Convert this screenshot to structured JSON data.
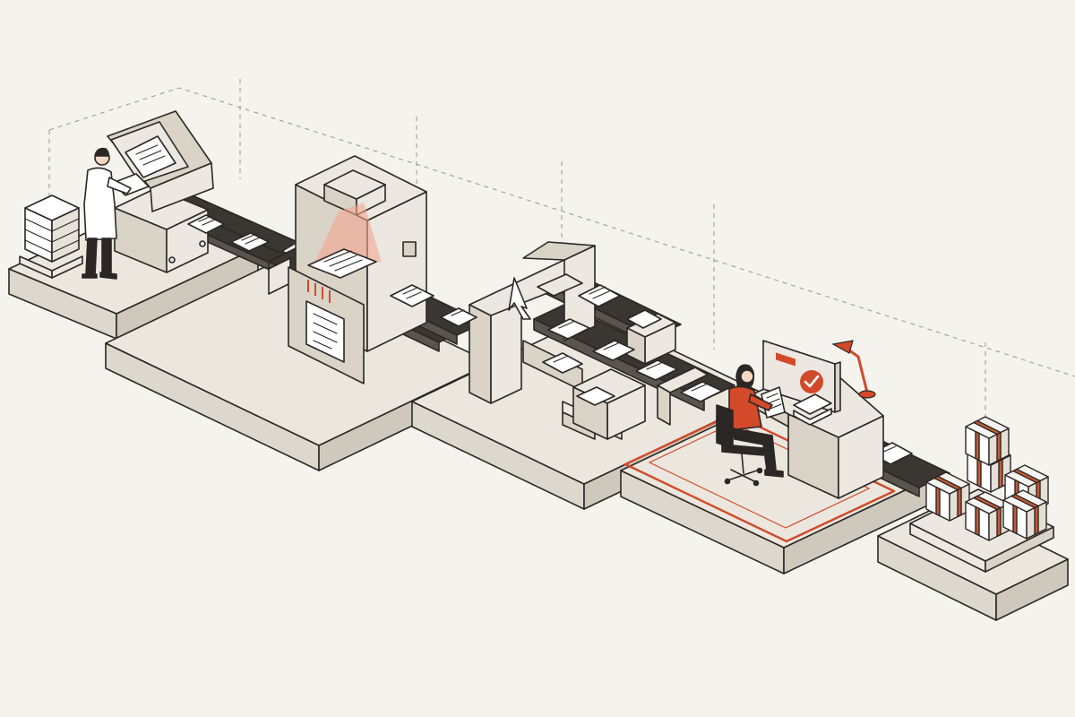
{
  "colors": {
    "background": "#f5f3ee",
    "platform_top": "#ebe7df",
    "platform_side": "#ddd8ce",
    "platform_front": "#cfc9bd",
    "machine": "#ece8e1",
    "machine_side": "#d9d3c8",
    "belt": "#3a3632",
    "paper": "#ffffff",
    "ink": "#2b2724",
    "accent": "#d24a2a",
    "accent_light": "#f3a58f",
    "strap": "#c85a35"
  },
  "icons": {
    "check": "check-circle-icon",
    "lamp": "desk-lamp-icon",
    "arrow": "routing-arrow-icon"
  },
  "stages": [
    "intake",
    "scanning",
    "sorting",
    "review",
    "output"
  ]
}
